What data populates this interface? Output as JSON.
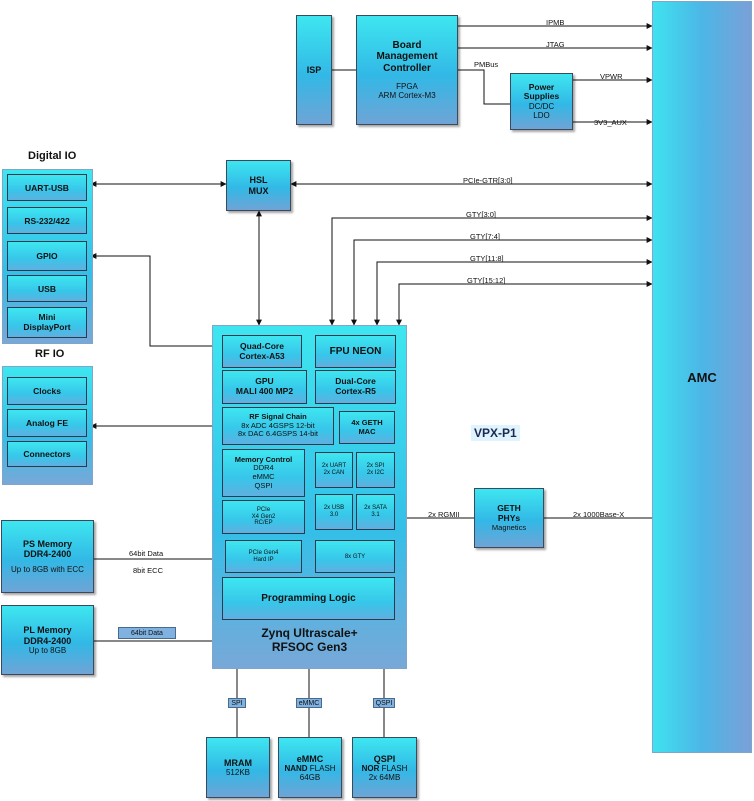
{
  "amc": "AMC",
  "vpx": "VPX-P1",
  "isp": "ISP",
  "bmc": {
    "title": [
      "Board",
      "Management",
      "Controller"
    ],
    "sub": [
      "FPGA",
      "ARM Cortex-M3"
    ]
  },
  "power": {
    "title": [
      "Power",
      "Supplies"
    ],
    "sub": [
      "DC/DC",
      "LDO"
    ]
  },
  "hsl": [
    "HSL",
    "MUX"
  ],
  "digital_io": {
    "title": "Digital IO",
    "items": [
      "UART-USB",
      "RS-232/422",
      "GPIO",
      "USB",
      "Mini DisplayPort"
    ]
  },
  "rf_io": {
    "title": "RF IO",
    "items": [
      "Clocks",
      "Analog FE",
      "Connectors"
    ]
  },
  "soc": {
    "title": [
      "Zynq Ultrascale+",
      "RFSOC Gen3"
    ],
    "quad_core": [
      "Quad-Core",
      "Cortex-A53"
    ],
    "fpu": "FPU NEON",
    "gpu": [
      "GPU",
      "MALI 400 MP2"
    ],
    "dual_core": [
      "Dual-Core",
      "Cortex-R5"
    ],
    "rf_chain": {
      "title": "RF Signal Chain",
      "lines": [
        "8x ADC 4GSPS 12-bit",
        "8x DAC 6.4GSPS 14-bit"
      ]
    },
    "geth_mac": [
      "4x GETH",
      "MAC"
    ],
    "memctl": {
      "title": "Memory Control",
      "lines": [
        "DDR4",
        "eMMC",
        "QSPI"
      ]
    },
    "uart_can": [
      "2x UART",
      "2x CAN"
    ],
    "spi_i2c": [
      "2x SPI",
      "2x I2C"
    ],
    "pcie_x4": [
      "PCIe",
      "X4 Gen2",
      "RC/EP"
    ],
    "usb30": [
      "2x USB",
      "3.0"
    ],
    "sata": [
      "2x SATA",
      "3.1"
    ],
    "pcie_gen4": [
      "PCIe Gen4",
      "Hard IP"
    ],
    "gty8": "8x GTY",
    "prog_logic": "Programming Logic"
  },
  "geth_phy": {
    "title": [
      "GETH",
      "PHYs"
    ],
    "sub": "Magnetics"
  },
  "ps_mem": {
    "title": [
      "PS Memory",
      "DDR4-2400"
    ],
    "sub": "Up to 8GB with ECC"
  },
  "pl_mem": {
    "title": [
      "PL Memory",
      "DDR4-2400"
    ],
    "sub": "Up to 8GB"
  },
  "mram": {
    "title": "MRAM",
    "sub": "512KB"
  },
  "emmc": {
    "title": "eMMC",
    "line2b": "NAND",
    "line2": " FLASH",
    "sub": "64GB"
  },
  "qspi": {
    "title": "QSPI",
    "line2b": "NOR",
    "line2": " FLASH",
    "sub": "2x 64MB"
  },
  "labels": {
    "ipmb": "IPMB",
    "jtag": "JTAG",
    "pmbus": "PMBus",
    "vpwr": "VPWR",
    "aux": "3V3_AUX",
    "pcie_gtr": "PCIe-GTR[3:0]",
    "gty30": "GTY[3:0]",
    "gty74": "GTY[7:4]",
    "gty118": "GTY[11:8]",
    "gty1512": "GTY[15:12]",
    "rgmii": "2x RGMII",
    "base_x": "2x 1000Base-X",
    "ps64": "64bit Data",
    "ecc": "8bit ECC",
    "pl64": "64bit Data",
    "spi": "SPI",
    "emmc": "eMMC",
    "qspi": "QSPI"
  }
}
